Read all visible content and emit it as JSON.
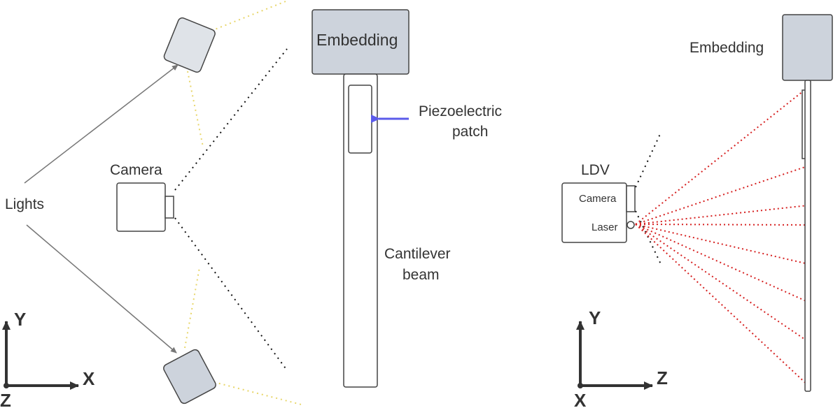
{
  "left_setup": {
    "lights_label": "Lights",
    "camera_label": "Camera"
  },
  "beam": {
    "embedding_label": "Embedding",
    "piezo_label_line1": "Piezoelectric",
    "piezo_label_line2": "patch",
    "beam_label_line1": "Cantilever",
    "beam_label_line2": "beam",
    "arrow_color": "#5b5bea"
  },
  "right_setup": {
    "embedding_label": "Embedding",
    "ldv_label": "LDV",
    "camera_label": "Camera",
    "laser_label": "Laser",
    "laser_color": "#d62020"
  },
  "axes_left": {
    "y": "Y",
    "x": "X",
    "z": "Z"
  },
  "axes_right": {
    "y": "Y",
    "z": "Z",
    "x": "X"
  },
  "colors": {
    "light_fill": "#cfd6de",
    "embedding_fill": "#cdd3dc",
    "light_beam": "#e8d66a",
    "line_dark": "#333333"
  }
}
